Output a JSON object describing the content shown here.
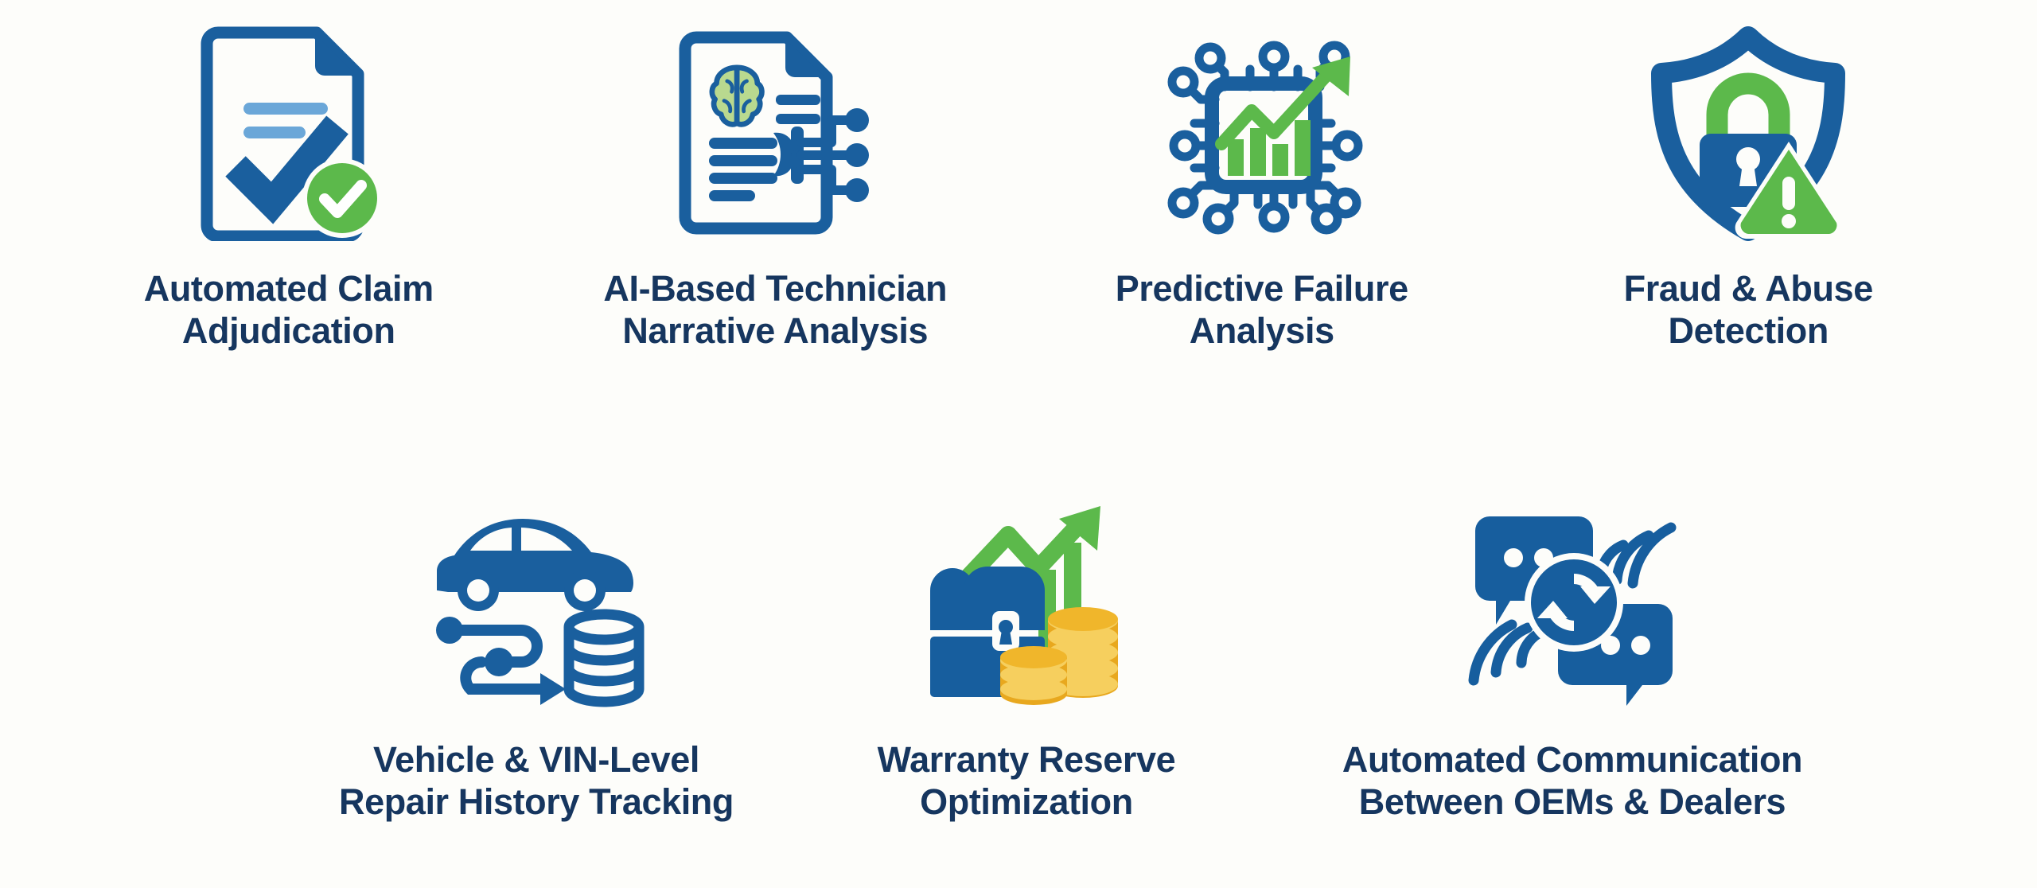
{
  "page": {
    "background_color": "#fdfdfa",
    "text_color": "#16365f",
    "accent_blue": "#1a5f9e",
    "accent_dark_blue": "#16365f",
    "accent_green": "#5cb94b",
    "accent_light_blue": "#6ba7d8",
    "accent_gold": "#f0b62b",
    "layout": "two-row icon grid, 4 items top row, 3 items bottom row"
  },
  "rows": {
    "top": [
      {
        "icon": "document-check-icon",
        "label": "Automated Claim\nAdjudication"
      },
      {
        "icon": "ai-document-brain-icon",
        "label": "AI-Based Technician\nNarrative Analysis"
      },
      {
        "icon": "microchip-growth-chart-icon",
        "label": "Predictive Failure\nAnalysis"
      },
      {
        "icon": "shield-lock-warning-icon",
        "label": "Fraud & Abuse\nDetection"
      }
    ],
    "bottom": [
      {
        "icon": "car-data-flow-database-icon",
        "label": "Vehicle & VIN-Level\nRepair History Tracking"
      },
      {
        "icon": "treasure-chest-coins-growth-icon",
        "label": "Warranty Reserve\nOptimization"
      },
      {
        "icon": "chat-bubbles-sync-icon",
        "label": "Automated Communication\nBetween OEMs & Dealers"
      }
    ]
  }
}
